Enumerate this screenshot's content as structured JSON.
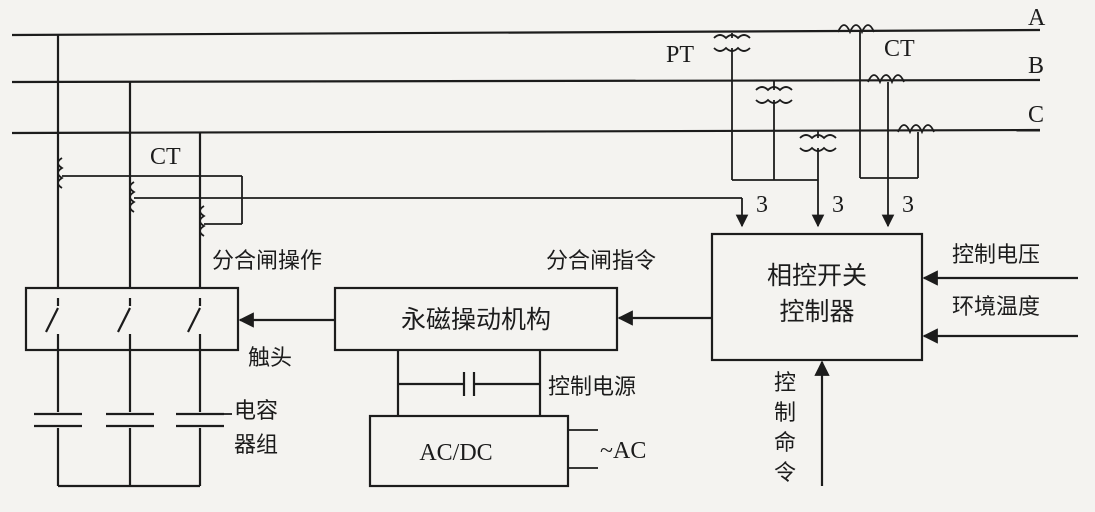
{
  "phases": [
    "A",
    "B",
    "C"
  ],
  "pt_label": "PT",
  "ct_top_label": "CT",
  "ct_left_label": "CT",
  "signal_counts": [
    "3",
    "3",
    "3"
  ],
  "labels": {
    "switch_operation": "分合闸操作",
    "switch_command": "分合闸指令",
    "contacts": "触头",
    "capacitor_bank_1": "电容",
    "capacitor_bank_2": "器组",
    "control_power": "控制电源",
    "control_voltage": "控制电压",
    "ambient_temperature": "环境温度",
    "control_command": [
      "控",
      "制",
      "命",
      "令"
    ],
    "ac_input": "~AC"
  },
  "blocks": {
    "controller_line1": "相控开关",
    "controller_line2": "控制器",
    "actuator": "永磁操动机构",
    "converter": "AC/DC"
  }
}
